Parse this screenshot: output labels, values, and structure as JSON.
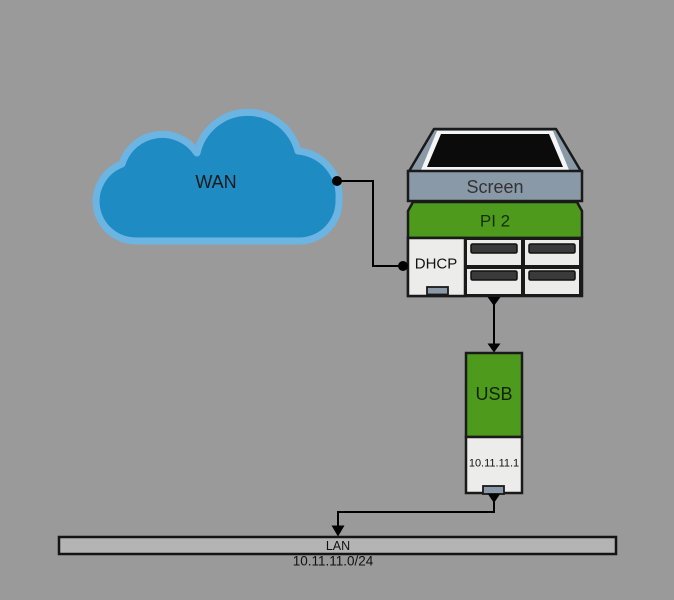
{
  "nodes": {
    "wan": {
      "label": "WAN"
    },
    "router": {
      "screen_label": "Screen",
      "board_label": "PI 2",
      "dhcp_label": "DHCP"
    },
    "usb": {
      "label": "USB",
      "ip": "10.11.11.1"
    },
    "lan": {
      "label": "LAN",
      "subnet": "10.11.11.0/24"
    }
  },
  "colors": {
    "background": "#9A9A9A",
    "cloud_fill": "#1E8BC3",
    "cloud_border": "#6CB5E3",
    "device_green": "#4D9A1C",
    "steel_gray": "#8A99A8",
    "panel_light": "#ECEDEB",
    "screen_black": "#0B0B0B",
    "slot_dark": "#3A3A3A",
    "lan_fill": "#B4B4B4",
    "connector": "#000000"
  }
}
